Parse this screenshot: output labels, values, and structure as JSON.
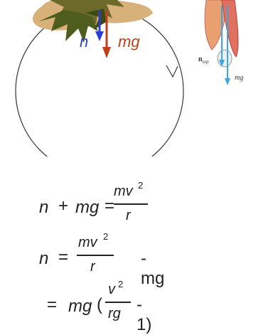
{
  "left_diagram": {
    "label_n": "n",
    "label_mg": "mg",
    "colors": {
      "n_arrow": "#2a3fcf",
      "mg_arrow": "#c0401a",
      "circle": "#333333"
    }
  },
  "right_diagram": {
    "label_n_top": "n",
    "label_n_top_sub": "top",
    "label_mg": "mg",
    "colors": {
      "arrow": "#3aa7e0"
    }
  },
  "equations": {
    "eq1": {
      "lhs_n": "n",
      "plus": "+",
      "lhs_mg": "mg",
      "equals": "=",
      "num": "mv",
      "num_exp": "2",
      "den": "r"
    },
    "eq2": {
      "lhs_n": "n",
      "equals": "=",
      "num": "mv",
      "num_exp": "2",
      "den": "r",
      "minus_mg": "- mg"
    },
    "eq3": {
      "equals": "=",
      "mg": "mg",
      "open": "(",
      "num": "v",
      "num_exp": "2",
      "den": "rg",
      "tail": "- 1)"
    }
  }
}
